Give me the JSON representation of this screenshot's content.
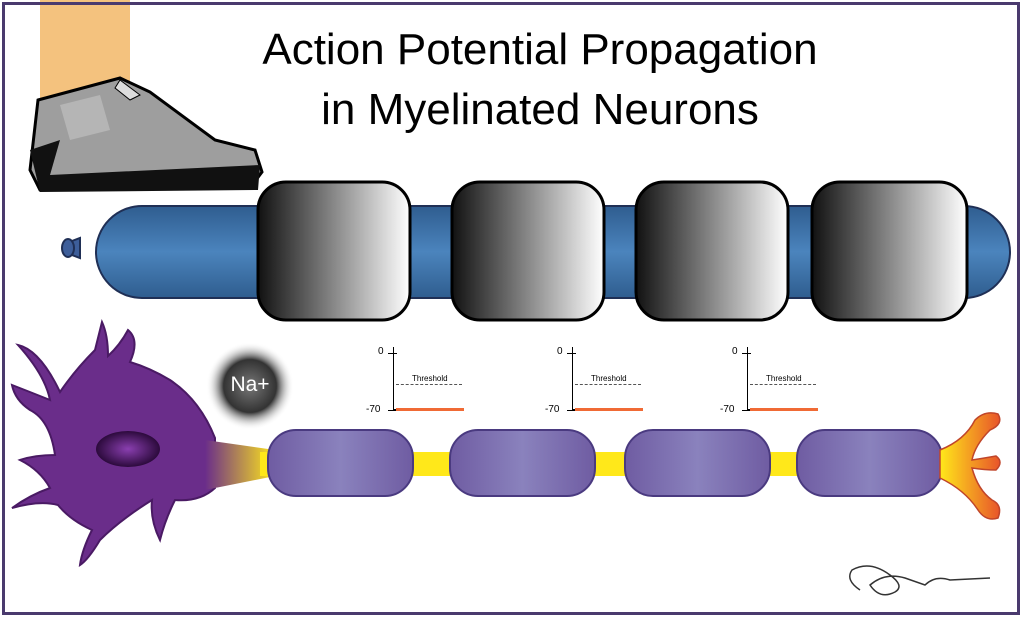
{
  "title_line1": "Action Potential Propagation",
  "title_line2": "in Myelinated Neurons",
  "ion_label": "Na+",
  "graph": {
    "zero_label": "0",
    "rest_label": "-70",
    "threshold_label": "Threshold"
  },
  "colors": {
    "axon_blue": "#3d6fa6",
    "myelin_gradient_dark": "#1a1a1a",
    "myelin_gradient_light": "#ffffff",
    "neuron_purple": "#6a2d8a",
    "myelin_purple": "#7a6aab",
    "node_yellow": "#ffe81a",
    "resting_trace": "#f06a35",
    "frame": "#4a3a6e",
    "shoe_gray": "#9a9a9a"
  }
}
